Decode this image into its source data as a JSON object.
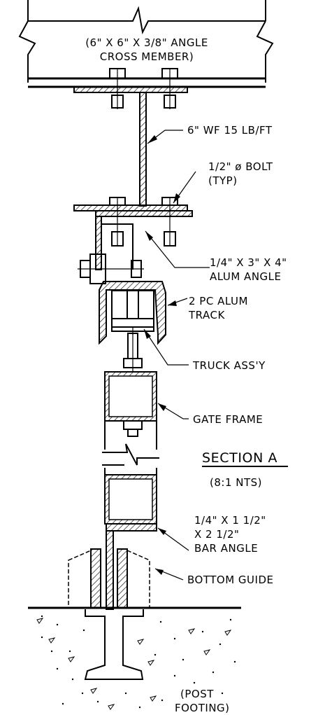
{
  "labels": {
    "cross_member_1": "(6\" X 6\" X 3/8\" ANGLE",
    "cross_member_2": "CROSS MEMBER)",
    "wf_beam": "6\" WF 15 LB/FT",
    "bolt_1": "1/2\" ø BOLT",
    "bolt_2": "(TYP)",
    "alum_angle_1": "1/4\" X 3\" X 4\"",
    "alum_angle_2": "ALUM ANGLE",
    "track_1": "2 PC ALUM",
    "track_2": "TRACK",
    "truck": "TRUCK ASS'Y",
    "gate_frame": "GATE FRAME",
    "section_title": "SECTION A",
    "section_scale": "(8:1 NTS)",
    "bar_angle_1": "1/4\" X 1 1/2\"",
    "bar_angle_2": "X 2 1/2\"",
    "bar_angle_3": "BAR ANGLE",
    "bottom_guide": "BOTTOM GUIDE",
    "post_footing_1": "(POST",
    "post_footing_2": "FOOTING)"
  }
}
